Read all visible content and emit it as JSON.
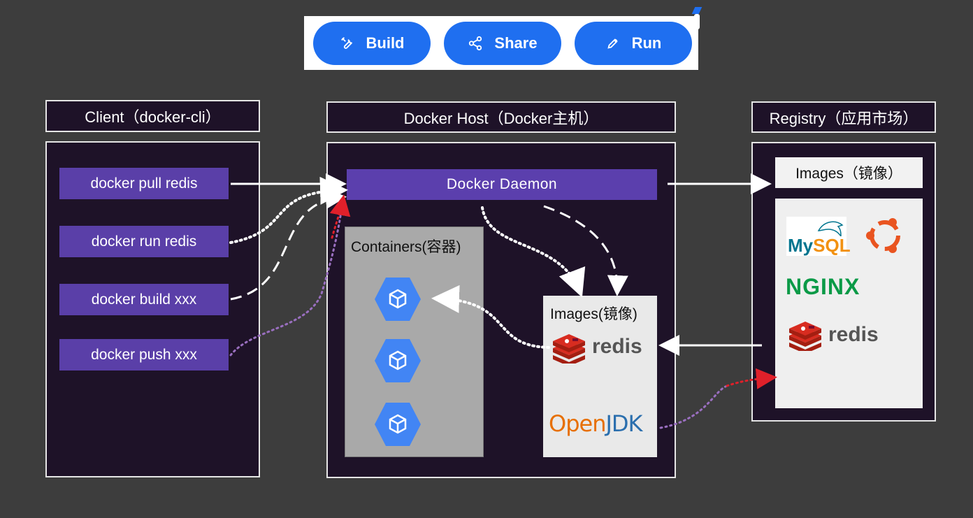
{
  "toolbar": {
    "build_label": "Build",
    "share_label": "Share",
    "run_label": "Run",
    "accent_color": "#1f6ff0"
  },
  "client": {
    "title": "Client（docker-cli）",
    "commands": [
      "docker pull redis",
      "docker run redis",
      "docker build xxx",
      "docker push xxx"
    ]
  },
  "host": {
    "title": "Docker Host（Docker主机）",
    "daemon_label": "Docker  Daemon",
    "containers_title": "Containers(容器)",
    "images_title": "Images(镜像)",
    "images": [
      "redis",
      "OpenJDK"
    ]
  },
  "registry": {
    "title": "Registry（应用市场）",
    "images_title": "Images（镜像）",
    "logos": [
      "MySQL",
      "ubuntu-icon",
      "NGINX",
      "redis"
    ]
  },
  "logo_text": {
    "mysql_a": "My",
    "mysql_b": "SQL",
    "nginx": "NGINX",
    "redis": "redis",
    "openjdk_a": "Open",
    "openjdk_b": "JDK"
  },
  "colors": {
    "background": "#3d3d3d",
    "panel": "#1e1228",
    "command": "#5a3fa8",
    "daemon": "#5b3fad",
    "container_hex": "#4285f4"
  }
}
